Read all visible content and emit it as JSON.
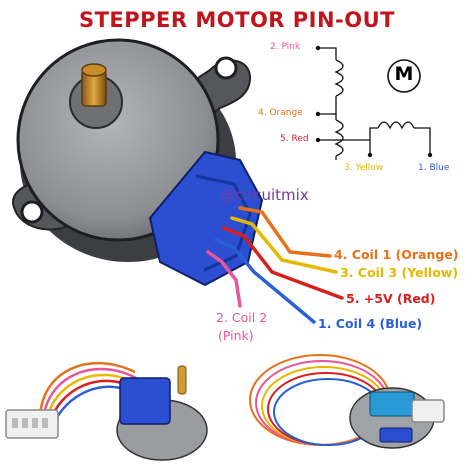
{
  "title": "STEPPER MOTOR PIN-OUT",
  "brand": "@circuitmix",
  "motor_symbol": "M",
  "schematic": {
    "pink": "2. Pink",
    "orange": "4. Orange",
    "red": "5. Red",
    "yellow": "3. Yellow",
    "blue": "1. Blue"
  },
  "wire_labels": {
    "coil1": "4. Coil 1 (Orange)",
    "coil3": "3. Coil 3 (Yellow)",
    "vcc": "5. +5V (Red)",
    "coil4": "1. Coil 4 (Blue)",
    "coil2_line1": "2. Coil 2",
    "coil2_line2": "(Pink)"
  },
  "colors": {
    "title": "#c0151b",
    "pink": "#e8559a",
    "orange": "#e8701a",
    "red": "#d62020",
    "yellow": "#e6b800",
    "blue": "#2a5fd6",
    "brand": "#7a3aa0",
    "motor_body": "#8a8c90",
    "connector": "#2b4fd0"
  }
}
